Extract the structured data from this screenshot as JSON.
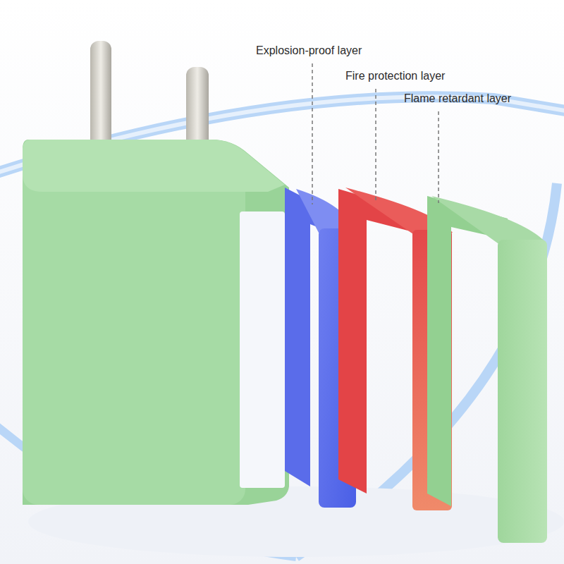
{
  "diagram": {
    "labels": [
      "Explosion-proof layer",
      "Fire protection layer",
      "Flame retardant layer"
    ]
  }
}
